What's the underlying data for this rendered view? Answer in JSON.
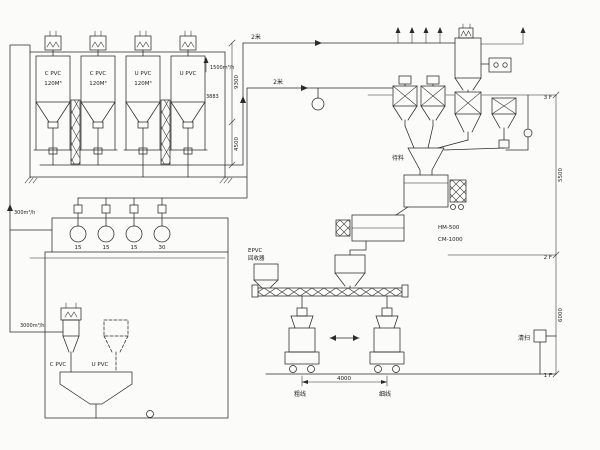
{
  "colors": {
    "ink": "#2a2a2a",
    "paper": "#fbfbf9"
  },
  "silos": {
    "labels": [
      {
        "l1": "C PVC",
        "l2": "120M³"
      },
      {
        "l1": "C PVC",
        "l2": "120M³"
      },
      {
        "l1": "U PVC",
        "l2": "120M³"
      },
      {
        "l1": "U PVC",
        "l2": ""
      }
    ]
  },
  "dims": {
    "d9300": "9300",
    "d4500": "4500",
    "d3883": "3883",
    "d5500": "5500",
    "d6000": "6000",
    "d4000": "4000"
  },
  "flows": {
    "f1500": "1500m³/h",
    "f300": "300m³/h",
    "f3000": "3000m³/h",
    "p2a": "2米",
    "p2b": "2米"
  },
  "pumps": [
    "15",
    "15",
    "15",
    "30"
  ],
  "equip": {
    "hm": "HM-500",
    "cm": "CM-1000",
    "rec1": "EPVC",
    "rec2": "回收器",
    "feed": "待料",
    "cpvc": "C PVC",
    "upvc": "U PVC",
    "clean": "清扫"
  },
  "floors": {
    "f3": "3 F",
    "f2": "2 F",
    "f1": "1 F"
  },
  "lines": {
    "left": "粗线",
    "right": "细线"
  }
}
